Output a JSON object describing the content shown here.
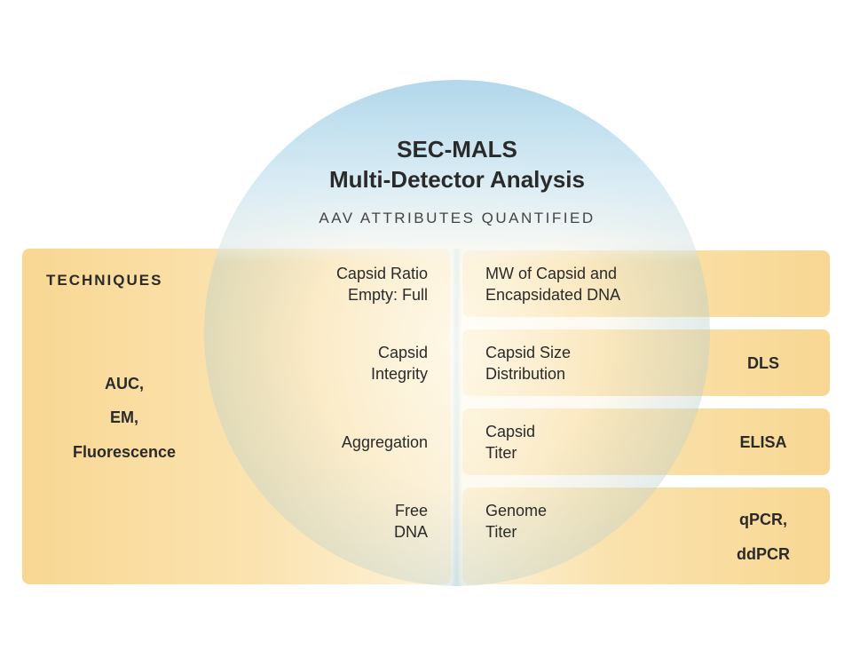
{
  "title_line1": "SEC-MALS",
  "title_line2": "Multi-Detector Analysis",
  "subtitle": "AAV ATTRIBUTES QUANTIFIED",
  "techniques": {
    "heading": "TECHNIQUES",
    "items": [
      "AUC,",
      "EM,",
      "Fluorescence"
    ]
  },
  "left_attributes": [
    [
      "Capsid Ratio",
      "Empty: Full"
    ],
    [
      "Capsid",
      "Integrity"
    ],
    [
      "Aggregation"
    ],
    [
      "Free",
      "DNA"
    ]
  ],
  "right_rows": [
    {
      "attribute": [
        "MW of Capsid and",
        "Encapsidated DNA"
      ],
      "technique": []
    },
    {
      "attribute": [
        "Capsid Size",
        "Distribution"
      ],
      "technique": [
        "DLS"
      ]
    },
    {
      "attribute": [
        "Capsid",
        "Titer"
      ],
      "technique": [
        "ELISA"
      ]
    },
    {
      "attribute": [
        "Genome",
        "Titer"
      ],
      "technique": [
        "qPCR,",
        "ddPCR"
      ]
    }
  ]
}
